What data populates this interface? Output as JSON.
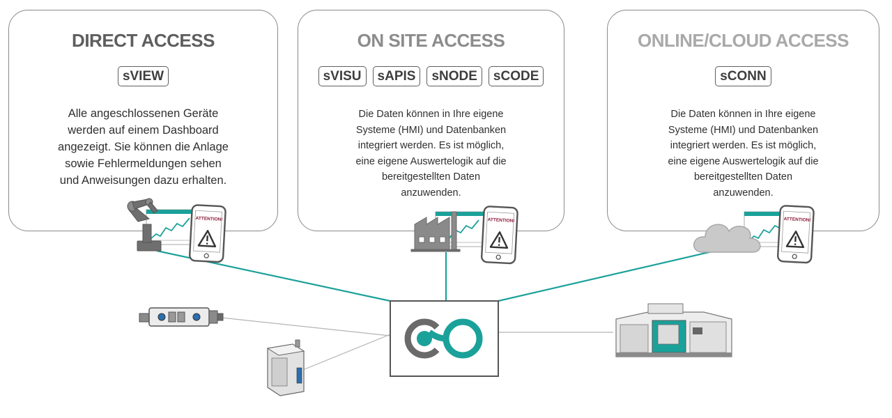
{
  "panels": [
    {
      "title": "DIRECT ACCESS",
      "tags": [
        "sVIEW"
      ],
      "description_lines": [
        "Alle angeschlossenen Geräte",
        "werden auf einem Dashboard",
        "angezeigt. Sie können die Anlage",
        "sowie Fehlermeldungen sehen",
        "und Anweisungen dazu erhalten."
      ]
    },
    {
      "title": "ON SITE ACCESS",
      "tags": [
        "sVISU",
        "sAPIS",
        "sNODE",
        "sCODE"
      ],
      "description_lines": [
        "Die Daten können in Ihre eigene",
        "Systeme (HMI) und Datenbanken",
        "integriert werden. Es ist möglich,",
        "eine eigene Auswertelogik auf die",
        "bereitgestellten Daten",
        "anzuwenden."
      ]
    },
    {
      "title": "ONLINE/CLOUD ACCESS",
      "tags": [
        "sCONN"
      ],
      "description_lines": [
        "Die Daten können in Ihre eigene",
        "Systeme (HMI) und Datenbanken",
        "integriert werden. Es ist möglich,",
        "eine eigene Auswertelogik auf die",
        "bereitgestellten Daten",
        "anzuwenden."
      ]
    }
  ],
  "phone_alert_text": "ATTENTION!",
  "icons": [
    "robot-arm-icon",
    "factory-icon",
    "cloud-icon",
    "dashboard-chart-icon",
    "smartphone-alert-icon",
    "hub-logo-icon",
    "sensor-device-icon",
    "controller-box-icon",
    "machine-tool-icon"
  ],
  "colors": {
    "teal": "#1aa19a",
    "border": "#8a8a8a",
    "thin_line": "#b4b4b4",
    "title_dark": "#5e5e5e"
  }
}
